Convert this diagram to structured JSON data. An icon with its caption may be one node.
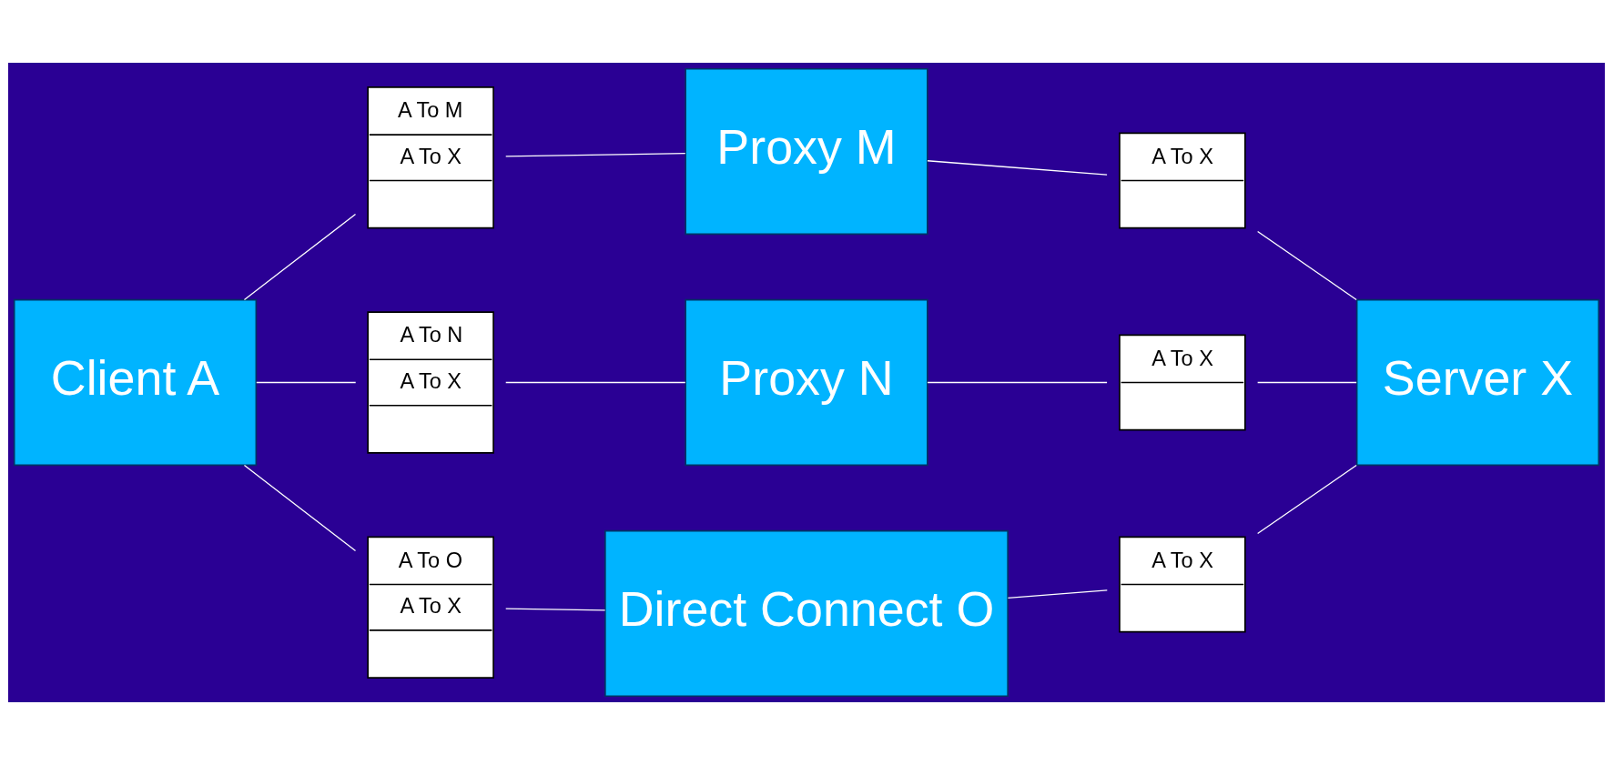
{
  "diagram": {
    "nodes": [
      {
        "text": [
          "Client A"
        ]
      },
      {
        "text": [
          "A To M",
          "A To X"
        ]
      },
      {
        "text": [
          "Proxy M"
        ]
      },
      {
        "text": [
          "A To X"
        ]
      },
      {
        "text": [
          "Server X"
        ]
      },
      {
        "text": [
          "A To N",
          "A To X"
        ]
      },
      {
        "text": [
          "Proxy N"
        ]
      },
      {
        "text": [
          "A To X"
        ]
      },
      {
        "text": [
          "A To O",
          "A To X"
        ]
      },
      {
        "text": [
          "Direct Connect O"
        ]
      },
      {
        "text": [
          "A To X"
        ]
      }
    ],
    "edges": [
      {
        "from": 0,
        "to": 1,
        "arrow": "none"
      },
      {
        "from": 1,
        "to": 2,
        "arrow": "none"
      },
      {
        "from": 2,
        "to": 3,
        "arrow": "none"
      },
      {
        "from": 3,
        "to": 4,
        "arrow": "none"
      },
      {
        "from": 0,
        "to": 5,
        "arrow": "none"
      },
      {
        "from": 5,
        "to": 6,
        "arrow": "none"
      },
      {
        "from": 6,
        "to": 7,
        "arrow": "none"
      },
      {
        "from": 7,
        "to": 4,
        "arrow": "none"
      },
      {
        "from": 0,
        "to": 8,
        "arrow": "none"
      },
      {
        "from": 8,
        "to": 9,
        "arrow": "none"
      },
      {
        "from": 9,
        "to": 10,
        "arrow": "none"
      },
      {
        "from": 10,
        "to": 4,
        "arrow": "none"
      }
    ]
  }
}
